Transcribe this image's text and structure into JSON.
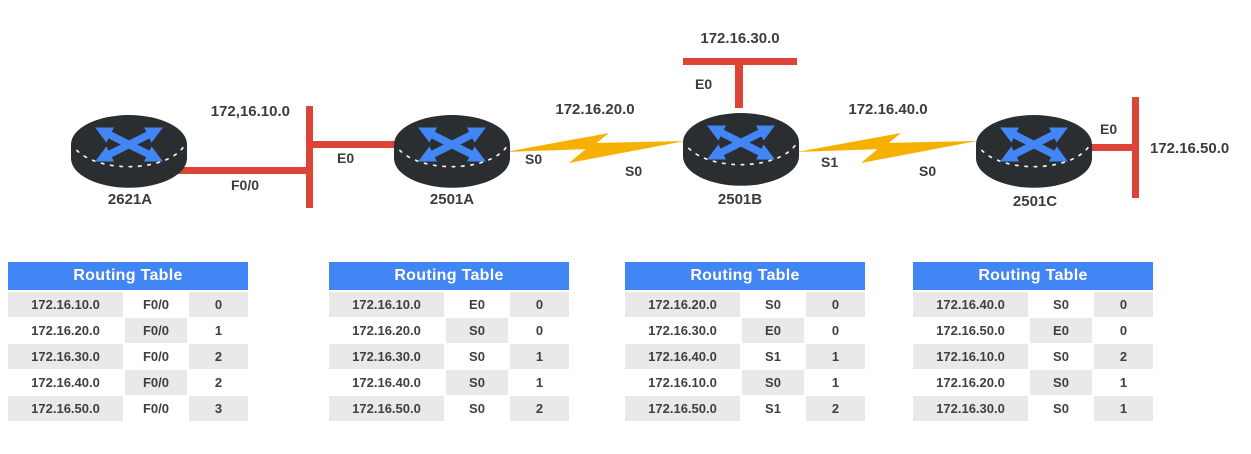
{
  "colors": {
    "accent_blue": "#4285F4",
    "ethernet_red": "#DB4437",
    "serial_gold": "#F5B000",
    "router_body": "#2B2E30",
    "cell_gray": "#E9E9E9",
    "text_dark": "#3C3C3C"
  },
  "diagram": {
    "routers": [
      {
        "name": "2621A"
      },
      {
        "name": "2501A"
      },
      {
        "name": "2501B"
      },
      {
        "name": "2501C"
      }
    ],
    "segments": {
      "net10_label": "172,16.10.0",
      "net20_label": "172.16.20.0",
      "net30_label": "172.16.30.0",
      "net40_label": "172.16.40.0",
      "net50_label": "172.16.50.0"
    },
    "interface_labels": {
      "r1_fa00": "F0/0",
      "r2_e0": "E0",
      "r2_s0": "S0",
      "r3_s0": "S0",
      "r3_e0": "E0",
      "r3_s1": "S1",
      "r4_s0": "S0",
      "r4_e0": "E0"
    }
  },
  "tables": [
    {
      "title": "Routing Table",
      "rows": [
        [
          "172.16.10.0",
          "F0/0",
          "0"
        ],
        [
          "172.16.20.0",
          "F0/0",
          "1"
        ],
        [
          "172.16.30.0",
          "F0/0",
          "2"
        ],
        [
          "172.16.40.0",
          "F0/0",
          "2"
        ],
        [
          "172.16.50.0",
          "F0/0",
          "3"
        ]
      ]
    },
    {
      "title": "Routing Table",
      "rows": [
        [
          "172.16.10.0",
          "E0",
          "0"
        ],
        [
          "172.16.20.0",
          "S0",
          "0"
        ],
        [
          "172.16.30.0",
          "S0",
          "1"
        ],
        [
          "172.16.40.0",
          "S0",
          "1"
        ],
        [
          "172.16.50.0",
          "S0",
          "2"
        ]
      ]
    },
    {
      "title": "Routing Table",
      "rows": [
        [
          "172.16.20.0",
          "S0",
          "0"
        ],
        [
          "172.16.30.0",
          "E0",
          "0"
        ],
        [
          "172.16.40.0",
          "S1",
          "1"
        ],
        [
          "172.16.10.0",
          "S0",
          "1"
        ],
        [
          "172.16.50.0",
          "S1",
          "2"
        ]
      ]
    },
    {
      "title": "Routing Table",
      "rows": [
        [
          "172.16.40.0",
          "S0",
          "0"
        ],
        [
          "172.16.50.0",
          "E0",
          "0"
        ],
        [
          "172.16.10.0",
          "S0",
          "2"
        ],
        [
          "172.16.20.0",
          "S0",
          "1"
        ],
        [
          "172.16.30.0",
          "S0",
          "1"
        ]
      ]
    }
  ]
}
